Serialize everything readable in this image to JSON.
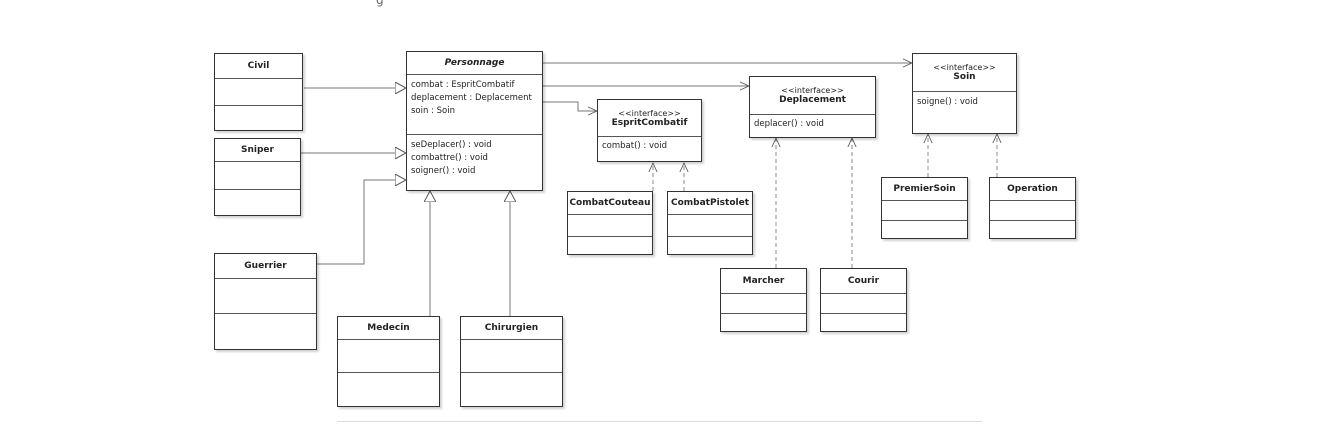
{
  "top_fragment": "g",
  "colors": {
    "line": "#555555",
    "box_border": "#333333",
    "background": "#ffffff"
  },
  "classes": {
    "civil": {
      "name": "Civil",
      "attrs": [],
      "ops": []
    },
    "sniper": {
      "name": "Sniper",
      "attrs": [],
      "ops": []
    },
    "guerrier": {
      "name": "Guerrier",
      "attrs": [],
      "ops": []
    },
    "personnage": {
      "name": "Personnage",
      "abstract": true,
      "attrs": [
        "combat : EspritCombatif",
        "deplacement : Deplacement",
        "soin : Soin"
      ],
      "ops": [
        "seDeplacer() : void",
        "combattre() : void",
        "soigner() : void"
      ]
    },
    "medecin": {
      "name": "Medecin",
      "attrs": [],
      "ops": []
    },
    "chirurgien": {
      "name": "Chirurgien",
      "attrs": [],
      "ops": []
    },
    "espritcombatif": {
      "stereotype": "<<interface>>",
      "name": "EspritCombatif",
      "ops": [
        "combat() : void"
      ]
    },
    "combatcouteau": {
      "name": "CombatCouteau",
      "attrs": [],
      "ops": []
    },
    "combatpistolet": {
      "name": "CombatPistolet",
      "attrs": [],
      "ops": []
    },
    "deplacement": {
      "stereotype": "<<interface>>",
      "name": "Deplacement",
      "ops": [
        "deplacer() : void"
      ]
    },
    "marcher": {
      "name": "Marcher",
      "attrs": [],
      "ops": []
    },
    "courir": {
      "name": "Courir",
      "attrs": [],
      "ops": []
    },
    "soin": {
      "stereotype": "<<interface>>",
      "name": "Soin",
      "ops": [
        "soigne() : void"
      ]
    },
    "premiersoin": {
      "name": "PremierSoin",
      "attrs": [],
      "ops": []
    },
    "operation": {
      "name": "Operation",
      "attrs": [],
      "ops": []
    }
  }
}
